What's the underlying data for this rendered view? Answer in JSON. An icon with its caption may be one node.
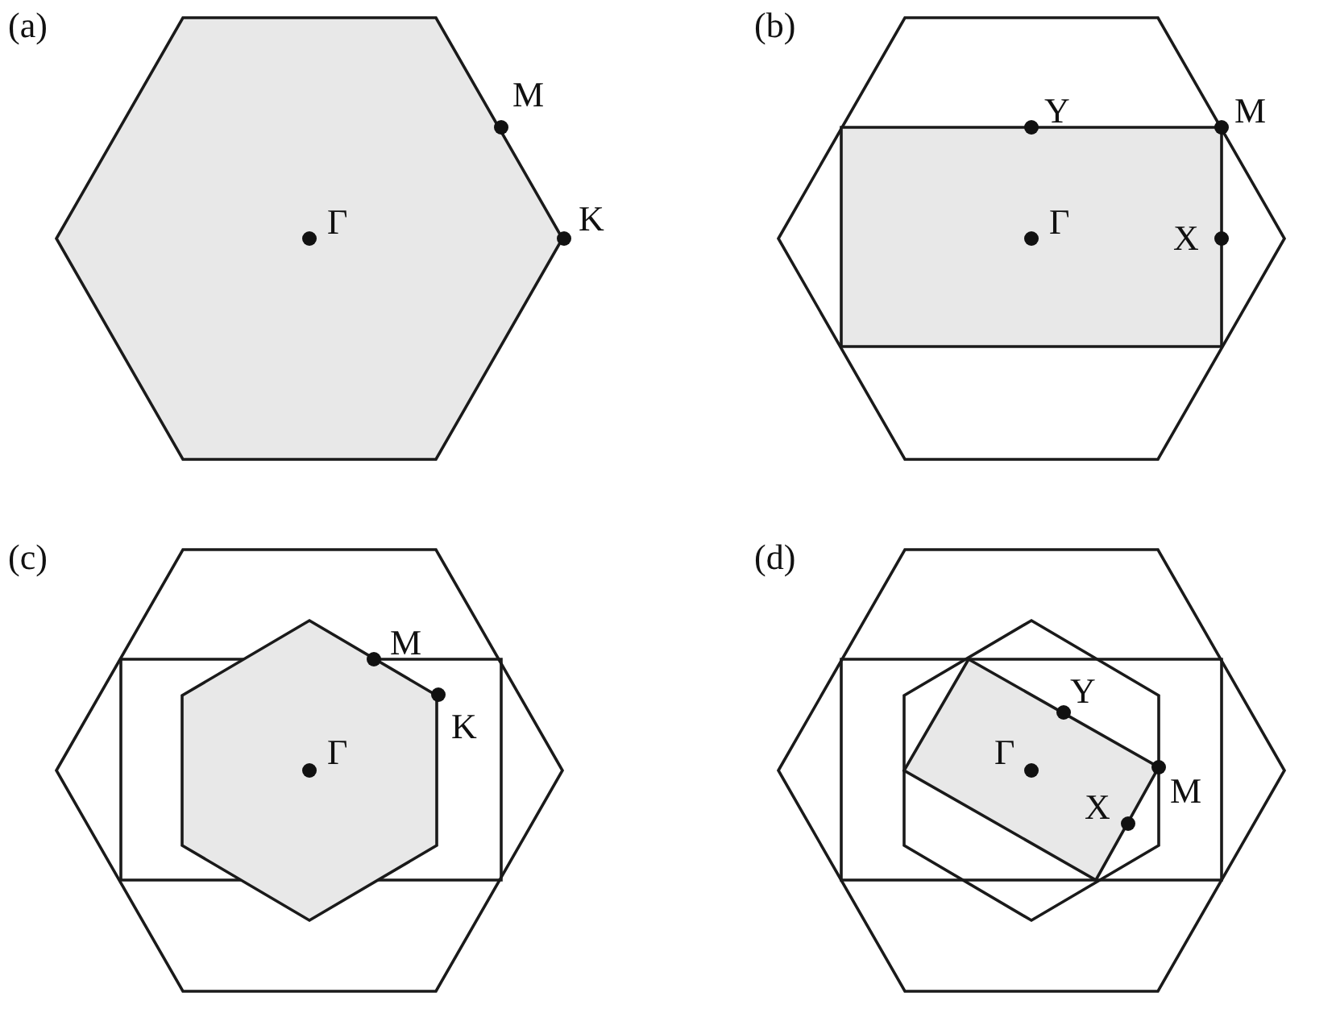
{
  "diagram": {
    "labels": [
      "(a)",
      "M",
      "Γ",
      "K",
      "(b)",
      "Y",
      "M",
      "Γ",
      "X",
      "(c)",
      "M",
      "K",
      "Γ",
      "(d)",
      "Y",
      "Γ",
      "X",
      "M"
    ]
  }
}
